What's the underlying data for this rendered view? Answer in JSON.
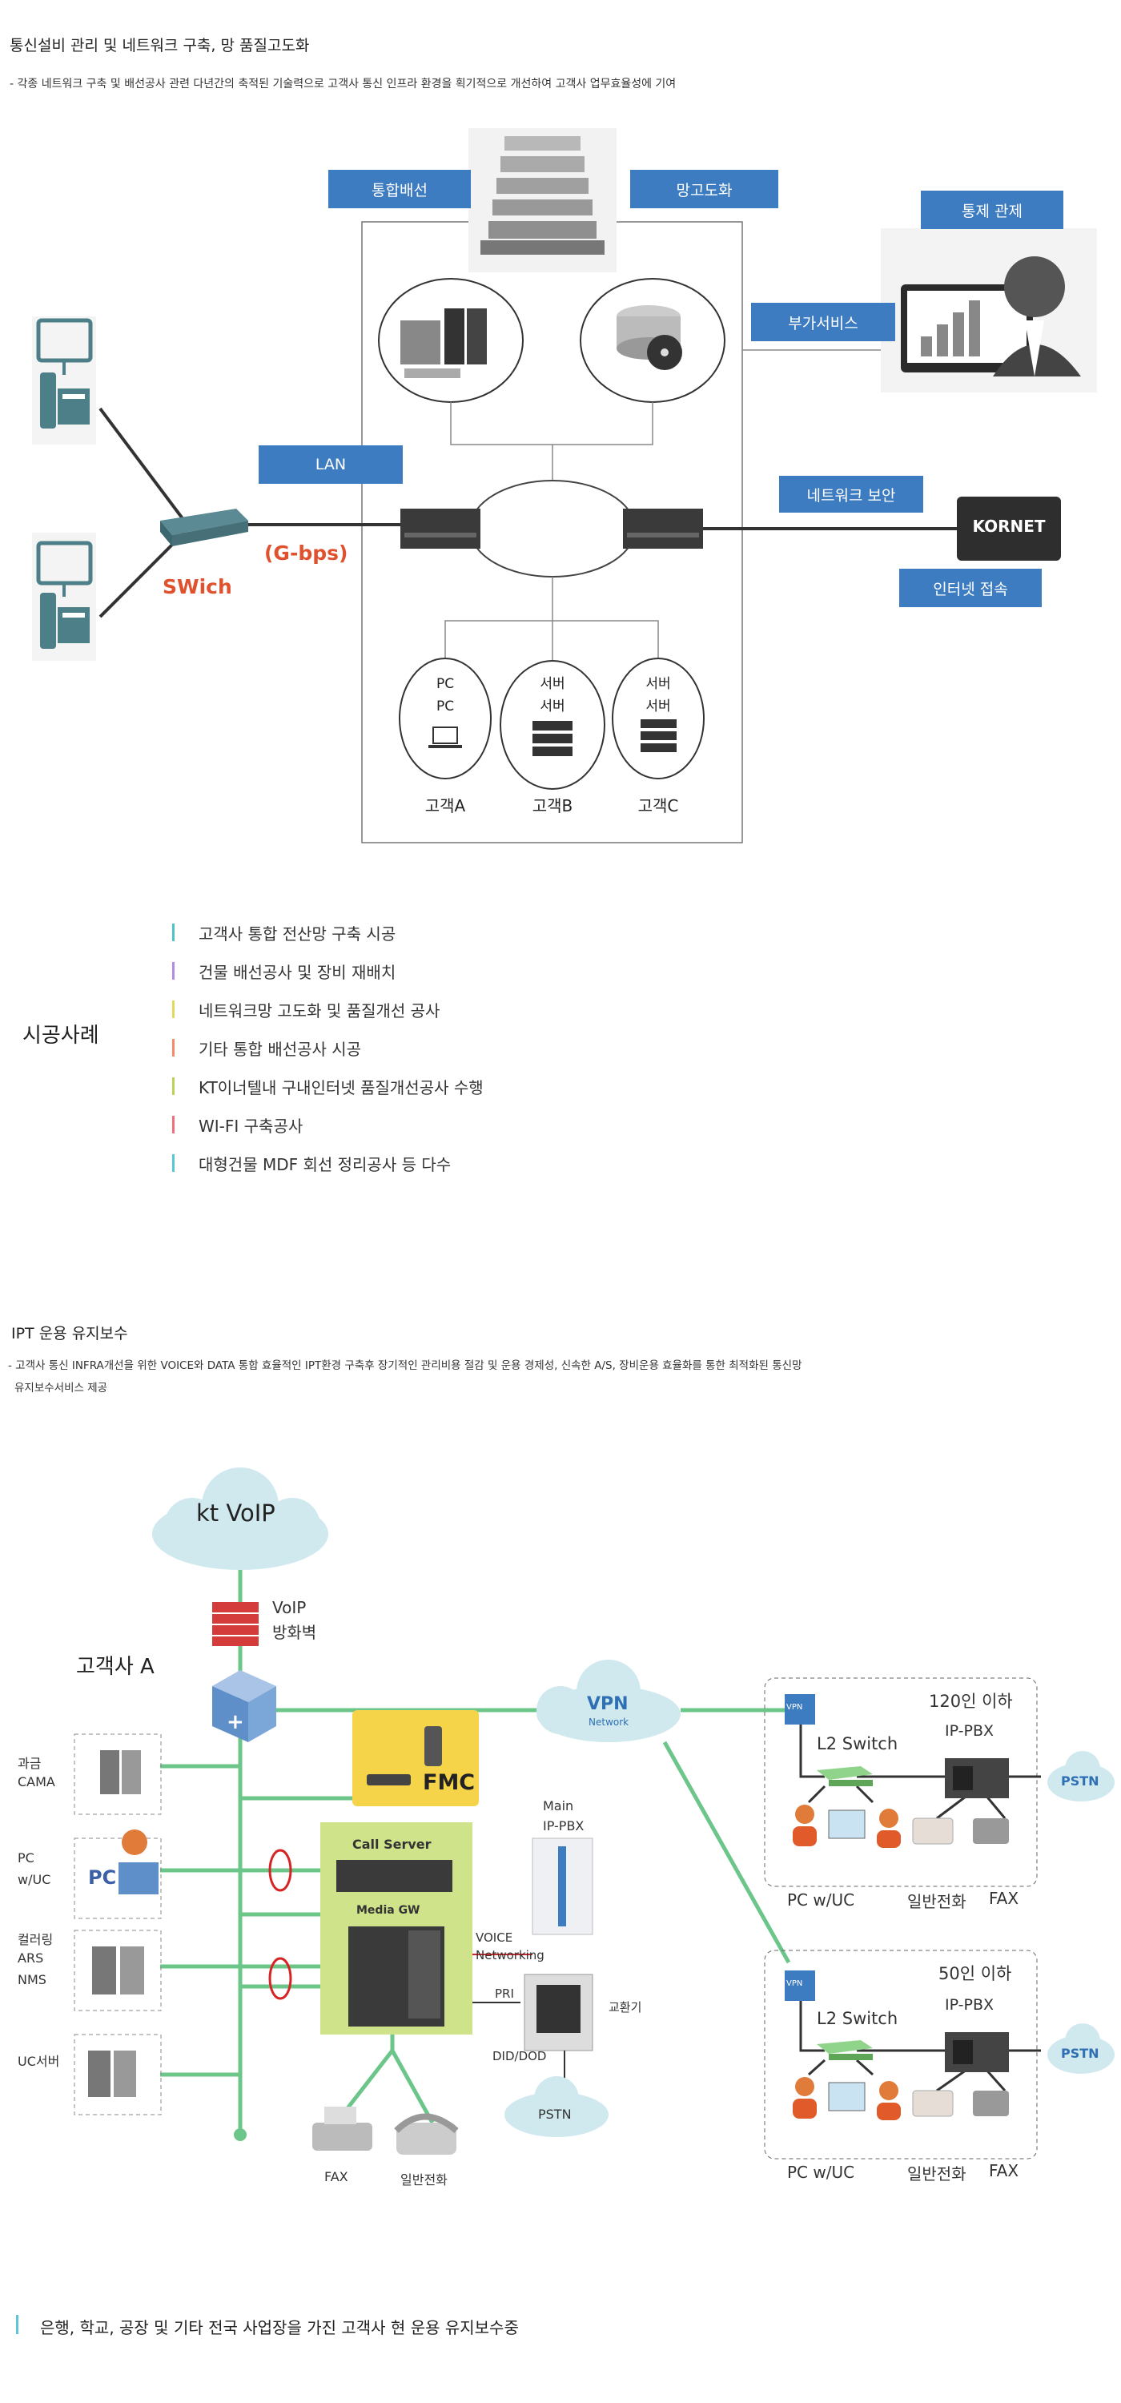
{
  "section1": {
    "title": "통신설비 관리 및 네트워크 구축, 망 품질고도화",
    "description": "- 각종 네트워크 구축 및 배선공사 관련 다년간의 축적된 기술력으로 고객사 통신 인프라 환경을 획기적으로 개선하여 고객사 업무효율성에 기여"
  },
  "diagram1": {
    "labels": {
      "integrated_wiring": "통합배선",
      "network_upgrade": "망고도화",
      "control": "통제 관제",
      "value_added": "부가서비스",
      "lan": "LAN",
      "security": "네트워크 보안",
      "internet": "인터넷 접속",
      "kornet": "KORNET",
      "switch": "SWich",
      "gbps": "(G-bps)"
    },
    "customers": [
      {
        "name": "고객A",
        "lines": [
          "PC",
          "PC"
        ]
      },
      {
        "name": "고객B",
        "lines": [
          "서버",
          "서버"
        ]
      },
      {
        "name": "고객C",
        "lines": [
          "서버",
          "서버"
        ]
      }
    ]
  },
  "cases": {
    "title": "시공사례",
    "items": [
      {
        "text": "고객사 통합 전산망 구축 시공",
        "color": "#4fc3c8"
      },
      {
        "text": "건물 배선공사 및 장비 재배치",
        "color": "#b58be0"
      },
      {
        "text": "네트워크망 고도화 및 품질개선 공사",
        "color": "#e4d85a"
      },
      {
        "text": "기타 통합 배선공사 시공",
        "color": "#f08c6a"
      },
      {
        "text": "KT이너텔내 구내인터넷 품질개선공사 수행",
        "color": "#b9d35a"
      },
      {
        "text": "WI-FI 구축공사",
        "color": "#ef6f7a"
      },
      {
        "text": "대형건물 MDF 회선 정리공사 등 다수",
        "color": "#5ac6d8"
      }
    ]
  },
  "section2": {
    "title": "IPT 운용 유지보수",
    "description_line1": "- 고객사 통신 INFRA개선을 위한 VOICE와 DATA 통합 효율적인 IPT환경 구축후 장기적인 관리비용 절감 및 운용 경제성, 신속한 A/S, 장비운용 효율화를 통한 최적화된 통신망",
    "description_line2": "유지보수서비스 제공"
  },
  "diagram2": {
    "cloud": "kt VoIP",
    "firewall_line1": "VoIP",
    "firewall_line2": "방화벽",
    "customer": "고객사 A",
    "left_items": [
      {
        "line1": "과금",
        "line2": "CAMA",
        "line3": ""
      },
      {
        "line1": "PC",
        "line2": "w/UC",
        "line3": ""
      },
      {
        "line1": "컬러링",
        "line2": "ARS",
        "line3": "NMS"
      },
      {
        "line1": "UC서버",
        "line2": "",
        "line3": ""
      }
    ],
    "pc_badge": "PC",
    "fmc": "FMC",
    "call_server": "Call Server",
    "media_gw": "Media GW",
    "main_pbx_line1": "Main",
    "main_pbx_line2": "IP-PBX",
    "voice": "VOICE",
    "networking": "Networking",
    "pri": "PRI",
    "exchange": "교환기",
    "did_dod": "DID/DOD",
    "pstn": "PSTN",
    "fax": "FAX",
    "phone": "일반전화",
    "vpn": "VPN",
    "vpn_sub": "Network",
    "branches": [
      {
        "size": "120인 이하",
        "switch": "L2 Switch",
        "pbx": "IP-PBX",
        "pc_label": "PC w/UC",
        "phone_label": "일반전화",
        "fax_label": "FAX",
        "pstn": "PSTN",
        "vpn_tag": "VPN"
      },
      {
        "size": "50인 이하",
        "switch": "L2 Switch",
        "pbx": "IP-PBX",
        "pc_label": "PC w/UC",
        "phone_label": "일반전화",
        "fax_label": "FAX",
        "pstn": "PSTN",
        "vpn_tag": "VPN"
      }
    ]
  },
  "footer": {
    "text": "은행, 학교, 공장 및 기타 전국 사업장을 가진 고객사 현 운용 유지보수중",
    "bar_color": "#5ac6d8"
  },
  "colors": {
    "blue_label": "#3d7cc0",
    "switch_red": "#e0522e",
    "green_line": "#6cc68a",
    "cloud": "#cfe9ee",
    "fmc_yellow": "#f6d44a",
    "gw_green": "#cfe38a"
  }
}
